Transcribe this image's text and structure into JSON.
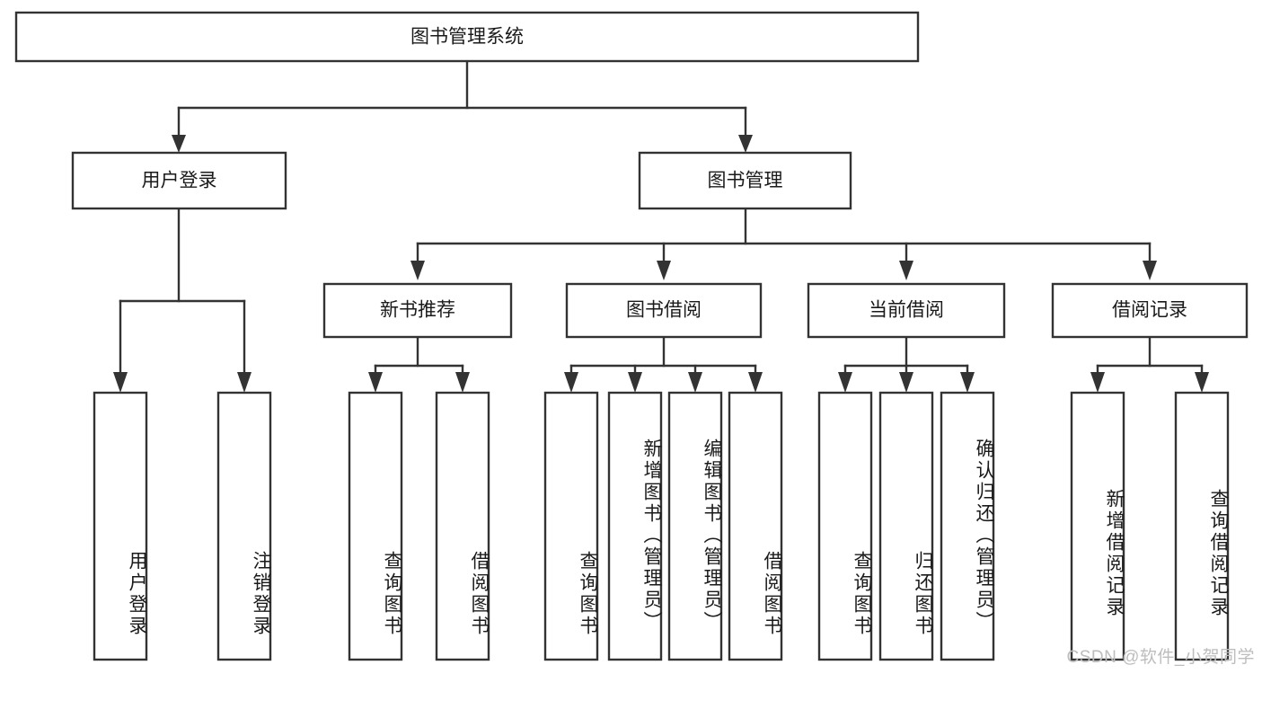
{
  "diagram": {
    "title": "图书管理系统",
    "type": "tree-hierarchy-diagram",
    "root": {
      "id": "root",
      "label": "图书管理系统"
    },
    "level2": [
      {
        "id": "user-login",
        "label": "用户登录"
      },
      {
        "id": "book-management",
        "label": "图书管理"
      }
    ],
    "level3": [
      {
        "id": "new-book-recommend",
        "label": "新书推荐",
        "parent": "book-management"
      },
      {
        "id": "book-borrow",
        "label": "图书借阅",
        "parent": "book-management"
      },
      {
        "id": "current-borrow",
        "label": "当前借阅",
        "parent": "book-management"
      },
      {
        "id": "borrow-record",
        "label": "借阅记录",
        "parent": "book-management"
      }
    ],
    "leaves": [
      {
        "id": "leaf-user-login",
        "label": "用户登录",
        "parent": "user-login"
      },
      {
        "id": "leaf-logout-login",
        "label": "注销登录",
        "parent": "user-login"
      },
      {
        "id": "leaf-query-book-1",
        "label": "查询图书",
        "parent": "new-book-recommend"
      },
      {
        "id": "leaf-borrow-book-1",
        "label": "借阅图书",
        "parent": "new-book-recommend"
      },
      {
        "id": "leaf-query-book-2",
        "label": "查询图书",
        "parent": "book-borrow"
      },
      {
        "id": "leaf-add-book",
        "label": "新增图书（管理员）",
        "parent": "book-borrow"
      },
      {
        "id": "leaf-edit-book",
        "label": "编辑图书（管理员）",
        "parent": "book-borrow"
      },
      {
        "id": "leaf-borrow-book-2",
        "label": "借阅图书",
        "parent": "book-borrow"
      },
      {
        "id": "leaf-query-book-3",
        "label": "查询图书",
        "parent": "current-borrow"
      },
      {
        "id": "leaf-return-book",
        "label": "归还图书",
        "parent": "current-borrow"
      },
      {
        "id": "leaf-confirm-return",
        "label": "确认归还（管理员）",
        "parent": "current-borrow"
      },
      {
        "id": "leaf-add-record",
        "label": "新增借阅记录",
        "parent": "borrow-record"
      },
      {
        "id": "leaf-query-record",
        "label": "查询借阅记录",
        "parent": "borrow-record"
      }
    ],
    "colors": {
      "stroke": "#333333",
      "fill": "#ffffff",
      "text": "#1a1a1a",
      "watermark": "#bdbdbd"
    }
  },
  "watermark": {
    "text": "CSDN @软件_小贺同学"
  }
}
